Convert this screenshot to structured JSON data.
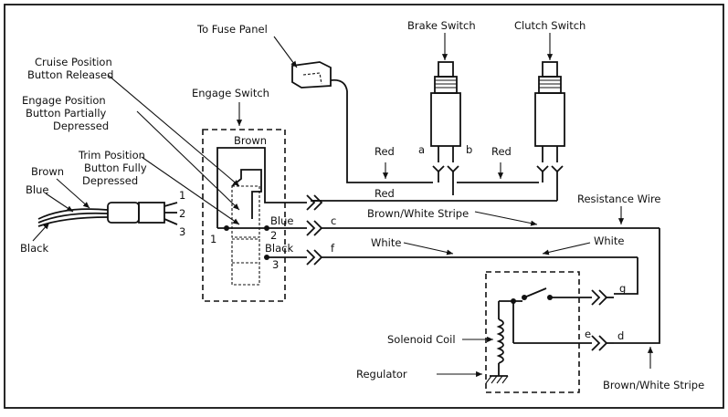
{
  "labels": {
    "to_fuse_panel": "To Fuse Panel",
    "brake_switch": "Brake Switch",
    "clutch_switch": "Clutch Switch",
    "cruise_position_line1": "Cruise Position",
    "cruise_position_line2": "Button Released",
    "engage_position_line1": "Engage Position",
    "engage_position_line2": "Button Partially",
    "engage_position_line3": "Depressed",
    "trim_position_line1": "Trim Position",
    "trim_position_line2": "Button Fully",
    "trim_position_line3": "Depressed",
    "engage_switch": "Engage Switch",
    "resistance_wire": "Resistance Wire",
    "solenoid_coil": "Solenoid Coil",
    "regulator": "Regulator",
    "brown_white_stripe_bottom": "Brown/White Stripe"
  },
  "wires": {
    "brown_top": "Brown",
    "red_a": "Red",
    "red_b": "Red",
    "red_main": "Red",
    "brown_white_stripe": "Brown/White Stripe",
    "blue": "Blue",
    "black": "Black",
    "white_left": "White",
    "white_right": "White",
    "harness_brown": "Brown",
    "harness_blue": "Blue",
    "harness_black": "Black"
  },
  "terminals": {
    "a": "a",
    "b": "b",
    "c": "c",
    "f": "f",
    "g": "g",
    "d": "d",
    "e": "e",
    "pin1": "1",
    "pin2": "2",
    "pin3": "3",
    "sw1": "1",
    "sw2": "2",
    "sw3": "3"
  }
}
